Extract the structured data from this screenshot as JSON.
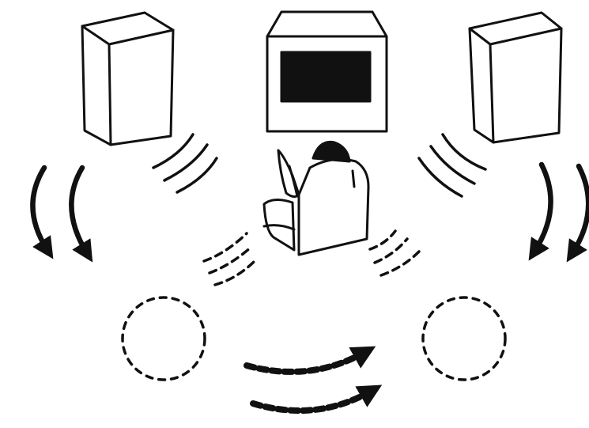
{
  "diagram": {
    "ink_color": "#111111",
    "background_color": "#ffffff",
    "elements": {
      "left_speaker": "speaker",
      "center_tv": "television",
      "right_speaker": "speaker",
      "listener_chair": "armchair-with-listener",
      "left_virtual_speaker": "dashed-circle",
      "right_virtual_speaker": "dashed-circle"
    }
  }
}
